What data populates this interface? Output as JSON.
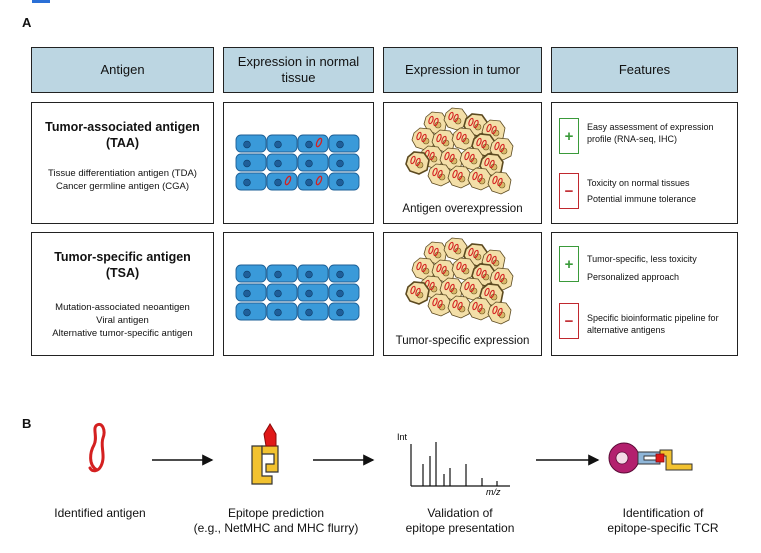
{
  "panel_a": {
    "letter": "A",
    "headers": [
      "Antigen",
      "Expression in normal tissue",
      "Expression in tumor",
      "Features"
    ],
    "rows": [
      {
        "title_line1": "Tumor-associated antigen",
        "title_line2": "(TAA)",
        "items": [
          "Tissue differentiation antigen (TDA)",
          "Cancer germline antigen (CGA)"
        ],
        "tumor_caption": "Antigen overexpression",
        "pros": [
          "Easy assessment of expression profile (RNA-seq, IHC)"
        ],
        "cons": [
          "Toxicity on normal tissues",
          "Potential immune tolerance"
        ]
      },
      {
        "title_line1": "Tumor-specific antigen",
        "title_line2": "(TSA)",
        "items": [
          "Mutation-associated neoantigen",
          "Viral antigen",
          "Alternative tumor-specific antigen"
        ],
        "tumor_caption": "Tumor-specific expression",
        "pros": [
          "Tumor-specific, less toxicity",
          "Personalized approach"
        ],
        "cons": [
          "Specific bioinformatic pipeline for alternative antigens"
        ]
      }
    ],
    "plus_symbol": "+",
    "minus_symbol": "−"
  },
  "panel_b": {
    "letter": "B",
    "steps": [
      "Identified antigen",
      "Epitope prediction (e.g., NetMHC and MHC flurry)",
      "Validation of epitope presentation",
      "Identification of epitope-specific TCR"
    ],
    "step2_line1": "Epitope prediction",
    "step2_line2": "(e.g., NetMHC and MHC flurry)",
    "step3_line1": "Validation of",
    "step3_line2": "epitope presentation",
    "step4_line1": "Identification of",
    "step4_line2": "epitope-specific TCR",
    "spectrum_ylabel": "Int",
    "spectrum_xlabel": "m/z"
  },
  "colors": {
    "header_fill": "#bcd6e2",
    "cell_blue": "#3a9ad9",
    "tumor_fill": "#f3dfa8",
    "antigen_red": "#d42020",
    "mhc_yellow": "#f2c230",
    "tcr_magenta": "#b3206e",
    "plus_green": "#3a9a3a",
    "minus_red": "#c0282e"
  }
}
